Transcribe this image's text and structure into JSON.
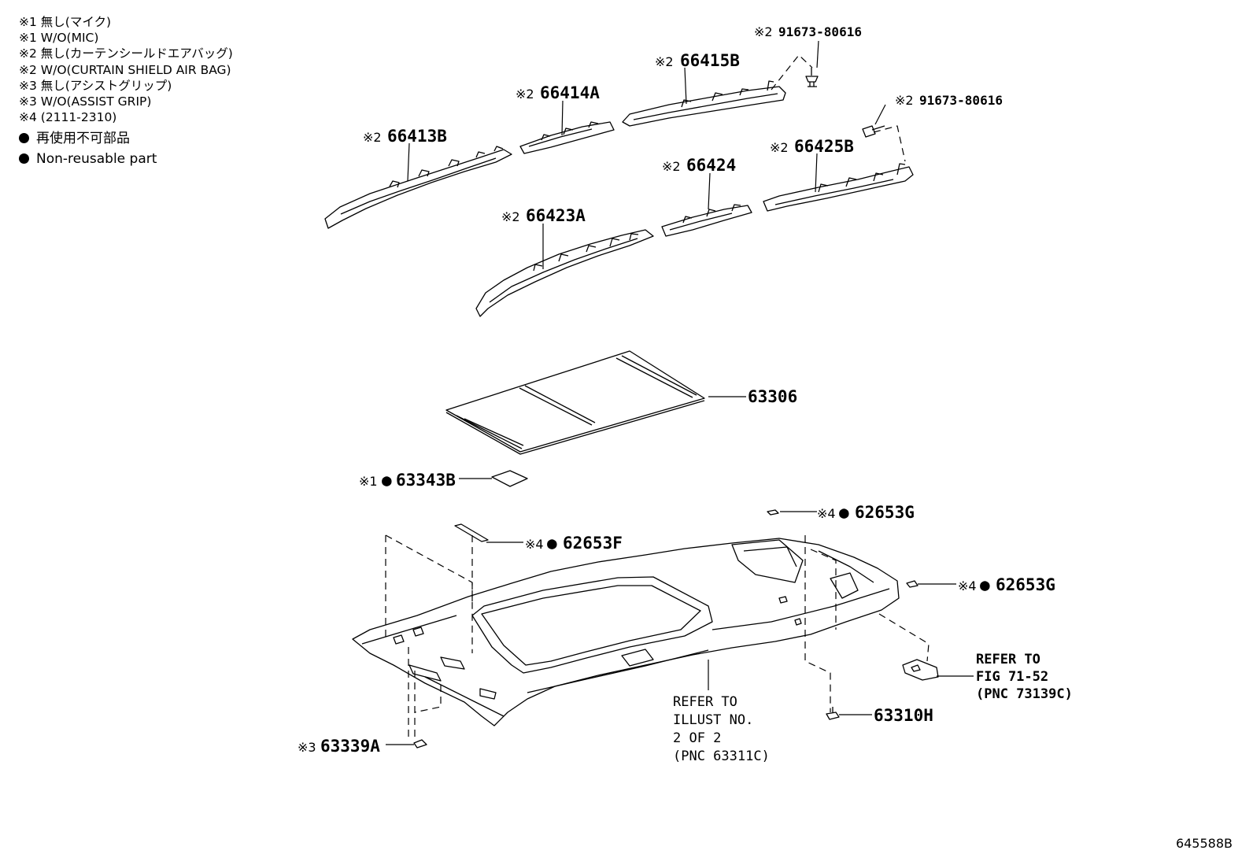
{
  "legend": {
    "lines": [
      "※1 無し(マイク)",
      "※1 W/O(MIC)",
      "※2 無し(カーテンシールドエアバッグ)",
      "※2 W/O(CURTAIN SHIELD AIR BAG)",
      "※3 無し(アシストグリップ)",
      "※3 W/O(ASSIST GRIP)",
      "※4 (2111-2310)"
    ],
    "notes": [
      "再使用不可部品",
      "Non-reusable part"
    ]
  },
  "parts": {
    "p91673_top": {
      "prefix": "※2",
      "number": "91673-80616"
    },
    "p66415B": {
      "prefix": "※2",
      "number": "66415B"
    },
    "p66414A": {
      "prefix": "※2",
      "number": "66414A"
    },
    "p91673_right": {
      "prefix": "※2",
      "number": "91673-80616"
    },
    "p66413B": {
      "prefix": "※2",
      "number": "66413B"
    },
    "p66425B": {
      "prefix": "※2",
      "number": "66425B"
    },
    "p66424": {
      "prefix": "※2",
      "number": "66424"
    },
    "p66423A": {
      "prefix": "※2",
      "number": "66423A"
    },
    "p63306": {
      "number": "63306"
    },
    "p63343B": {
      "prefix": "※1",
      "dot": "●",
      "number": "63343B"
    },
    "p62653G_top": {
      "prefix": "※4",
      "dot": "●",
      "number": "62653G"
    },
    "p62653F": {
      "prefix": "※4",
      "dot": "●",
      "number": "62653F"
    },
    "p62653G_right": {
      "prefix": "※4",
      "dot": "●",
      "number": "62653G"
    },
    "p63310H": {
      "number": "63310H"
    },
    "p63339A": {
      "prefix": "※3",
      "number": "63339A"
    }
  },
  "references": {
    "fig": [
      "REFER TO",
      "FIG 71-52",
      "(PNC 73139C)"
    ],
    "illust": [
      "REFER TO",
      "ILLUST NO.",
      "2 OF 2",
      "(PNC 63311C)"
    ]
  },
  "figure_number": "645588B",
  "colors": {
    "line": "#000000",
    "background": "#ffffff"
  }
}
